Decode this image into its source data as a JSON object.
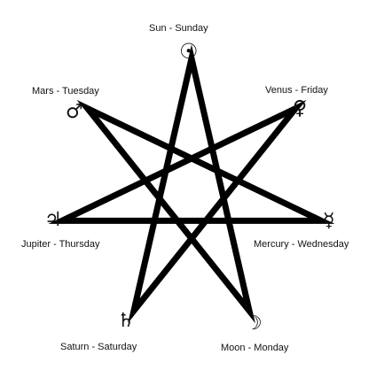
{
  "planets": [
    {
      "planet": "Sun",
      "day": "Sunday",
      "label": "Sun - Sunday",
      "symbol": "☉"
    },
    {
      "planet": "Venus",
      "day": "Friday",
      "label": "Venus - Friday",
      "symbol": "♀"
    },
    {
      "planet": "Mercury",
      "day": "Wednesday",
      "label": "Mercury - Wednesday",
      "symbol": "☿"
    },
    {
      "planet": "Moon",
      "day": "Monday",
      "label": "Moon - Monday",
      "symbol": "☽"
    },
    {
      "planet": "Saturn",
      "day": "Saturday",
      "label": "Saturn - Saturday",
      "symbol": "♄"
    },
    {
      "planet": "Jupiter",
      "day": "Thursday",
      "label": "Jupiter - Thursday",
      "symbol": "♃"
    },
    {
      "planet": "Mars",
      "day": "Tuesday",
      "label": "Mars - Tuesday",
      "symbol": "♂"
    }
  ],
  "shape": "heptagram",
  "stroke_color": "#000000"
}
